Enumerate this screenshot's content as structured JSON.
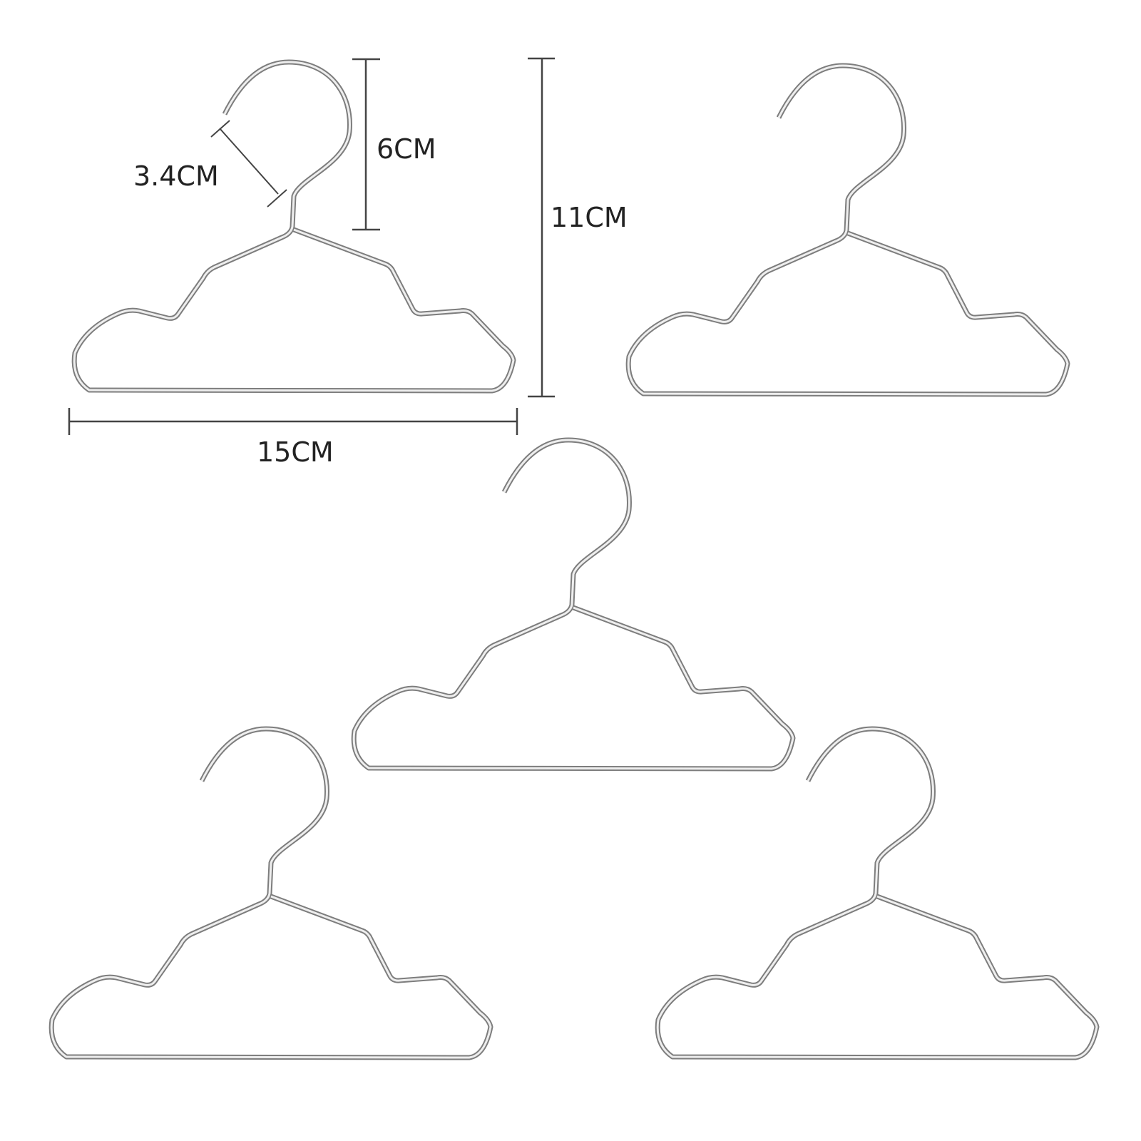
{
  "dimensions": {
    "hook_height": "6CM",
    "total_height": "11CM",
    "hook_opening": "3.4CM",
    "width": "15CM"
  },
  "hanger_count": 5,
  "colors": {
    "wire": "#8a8a8a",
    "wire_highlight": "#e6e6e6",
    "dimension_line": "#444444"
  }
}
